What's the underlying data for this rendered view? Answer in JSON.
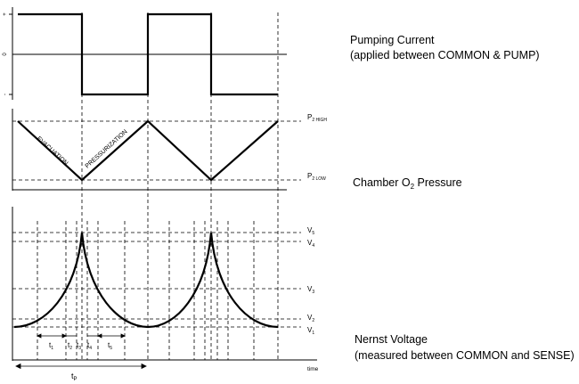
{
  "pumping": {
    "title": "Pumping Current",
    "subtitle": "(applied between COMMON & PUMP)",
    "tick_plus": "+",
    "tick_zero": "0",
    "tick_minus": "-"
  },
  "pressure": {
    "title_prefix": "Chamber O",
    "title_sub": "2",
    "title_suffix": " Pressure",
    "evacuation": "EVACUATION",
    "pressurization": "PRESSURIZATION",
    "p_high_main": "P",
    "p_high_sub": "2 HIGH",
    "p_low_main": "P",
    "p_low_sub": "2 LOW"
  },
  "nernst": {
    "title": "Nernst Voltage",
    "subtitle": "(measured between COMMON and SENSE)",
    "v5": "5",
    "v4": "4",
    "v3": "3",
    "v2": "2",
    "v1": "1",
    "v_letter": "V",
    "t_letter": "t",
    "t1": "1",
    "t2": "2",
    "t3": "3",
    "t4": "4",
    "t5": "5",
    "tp_sub": "P",
    "time": "time"
  }
}
